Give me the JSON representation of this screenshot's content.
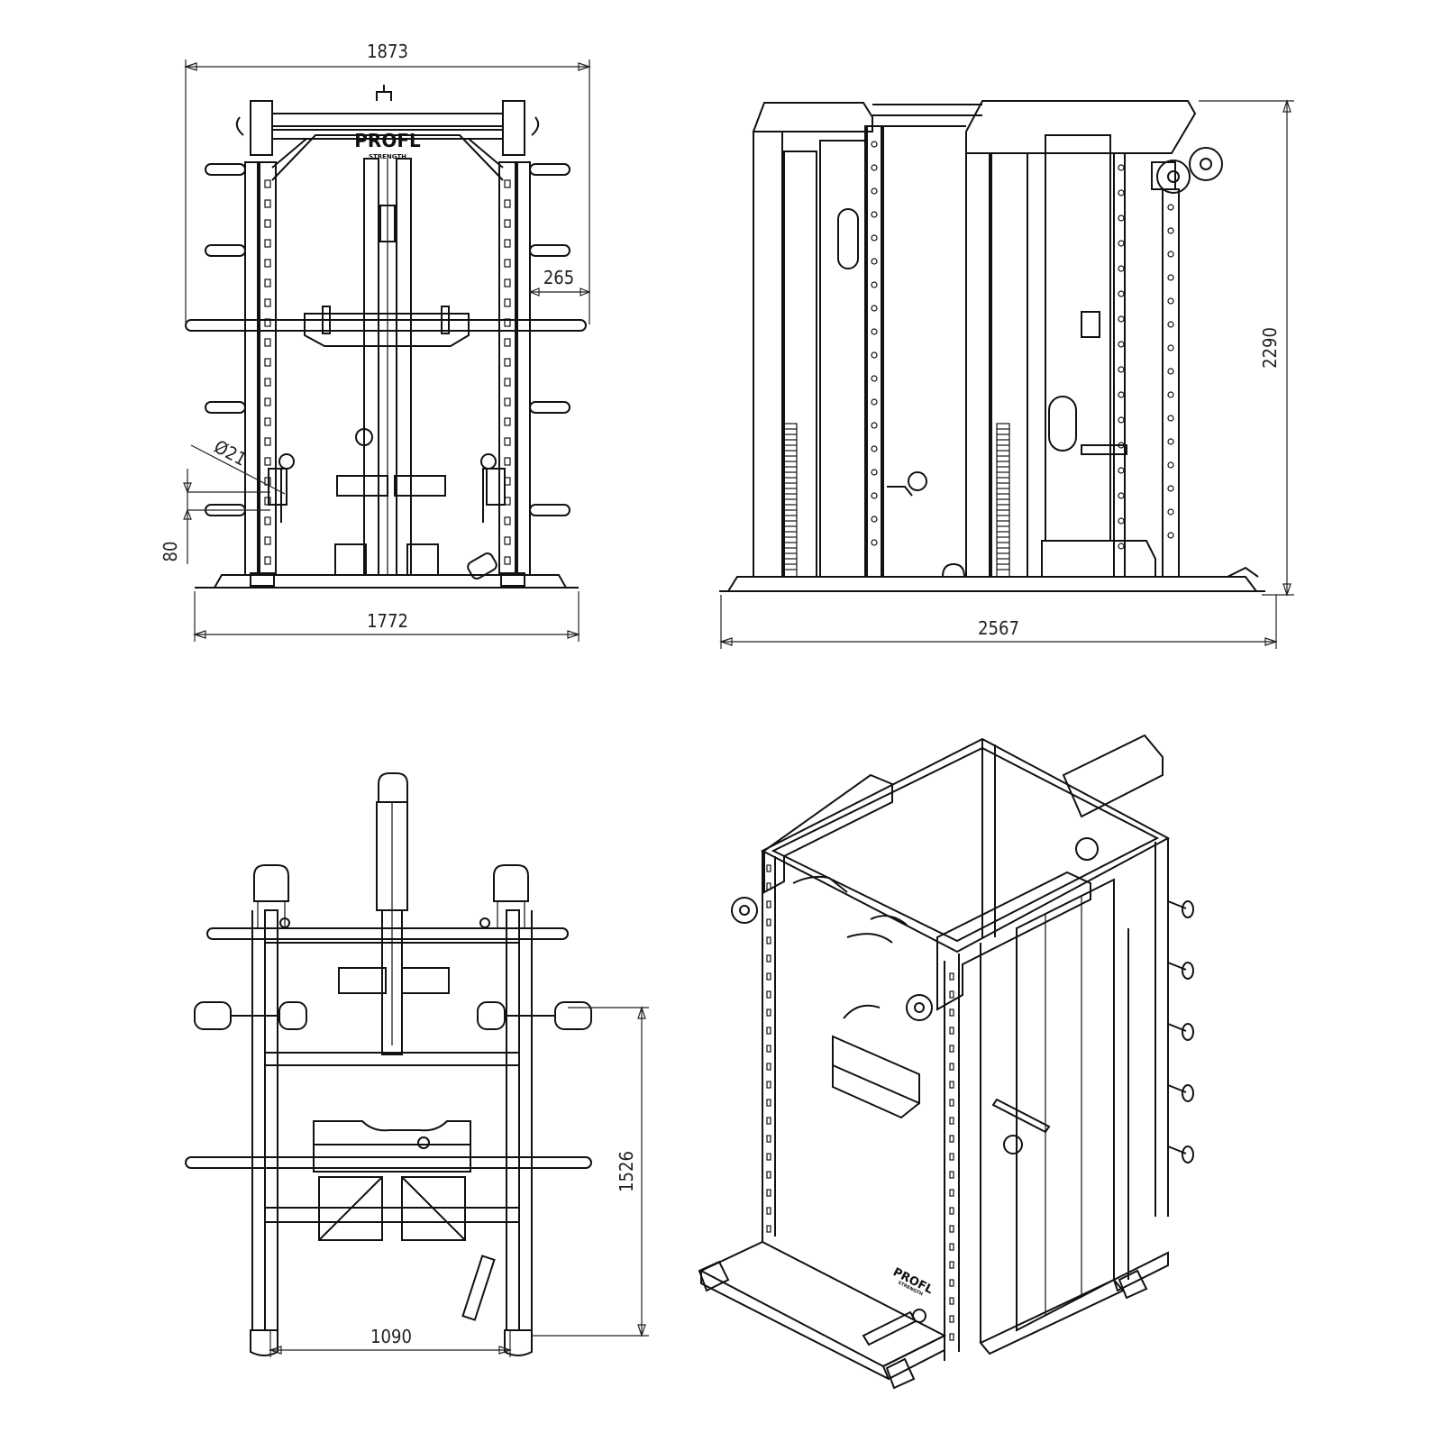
{
  "dimensions": {
    "front_width_top": "1873",
    "front_width_base": "1772",
    "peg_length": "265",
    "peg_diameter": "Ø21",
    "base_height": "80",
    "side_length": "2567",
    "height": "2290",
    "top_depth": "1526",
    "top_inner_width": "1090"
  },
  "logo": {
    "brand": "PROFL",
    "sub": "STRENGTH"
  },
  "colors": {
    "line": "#111111",
    "background": "#ffffff"
  }
}
